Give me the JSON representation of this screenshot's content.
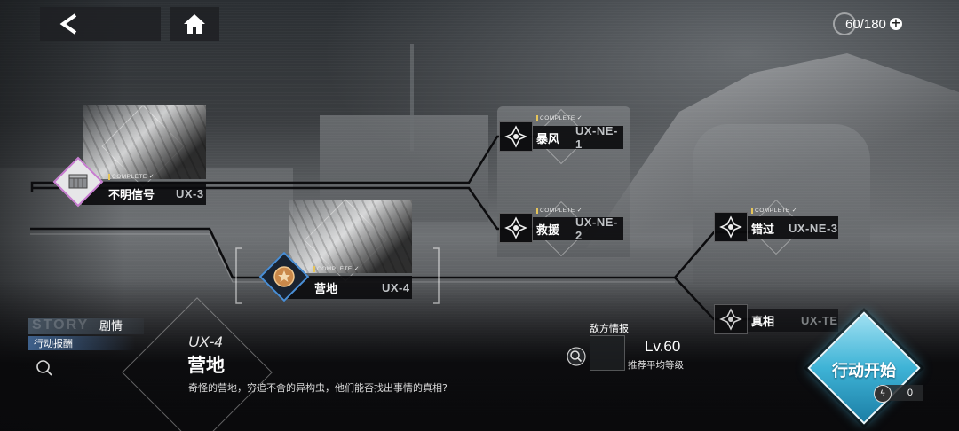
{
  "top": {
    "stamina": "60/180"
  },
  "stages": [
    {
      "name": "不明信号",
      "code": "UX-3",
      "status": "COMPLETE"
    },
    {
      "name": "营地",
      "code": "UX-4",
      "status": "COMPLETE"
    },
    {
      "name": "暴风",
      "code": "UX-NE-1",
      "status": "COMPLETE"
    },
    {
      "name": "救援",
      "code": "UX-NE-2",
      "status": "COMPLETE"
    },
    {
      "name": "错过",
      "code": "UX-NE-3",
      "status": "COMPLETE"
    },
    {
      "name": "真相",
      "code": "UX-TE"
    }
  ],
  "panel": {
    "story_watermark": "STORY",
    "story_label": "剧情",
    "reward_label": "行动报酬",
    "stage_code": "UX-4",
    "stage_name": "营地",
    "stage_desc": "奇怪的营地，穷追不舍的异构虫，他们能否找出事情的真相?",
    "enemy_label": "敌方情报",
    "level": "Lv.60",
    "level_sub": "推荐平均等级",
    "start_label": "行动开始",
    "cost": "0"
  },
  "colors": {
    "accent": "#3eb3d6",
    "complete_pip": "#e6c55a",
    "ux3_icon_border": "#c77bd0",
    "ux4_icon_border": "#4a8fd6"
  },
  "icons": {
    "back": "back-arrow-icon",
    "home": "home-icon",
    "plus": "plus-icon",
    "search": "search-icon",
    "emblem": "faction-emblem-icon",
    "cost": "energy-icon"
  }
}
